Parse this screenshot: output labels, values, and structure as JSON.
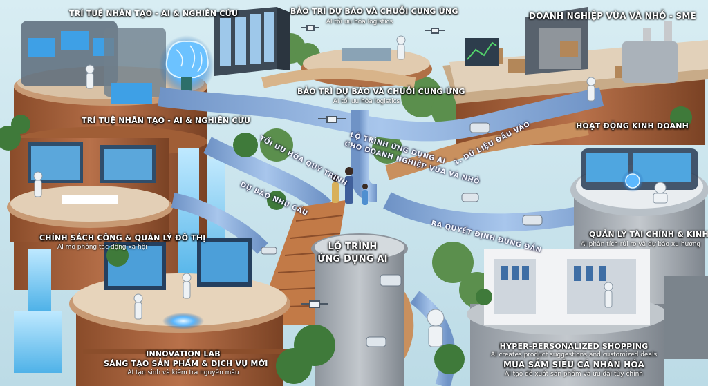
{
  "colors": {
    "sky": "#cfe6ee",
    "building_terracotta": "#b36a3e",
    "building_dark": "#7a4526",
    "roof_top": "#c9a27e",
    "road_blue": "#8fb3e0",
    "water": "#6ec6f2",
    "screen_glow": "#3ea0e6",
    "foliage": "#3f7a3a"
  },
  "zones": {
    "ai_research_top": {
      "title": "Trí tuệ nhân tạo - AI & Nghiên cứu"
    },
    "ai_research_mid": {
      "title": "Trí tuệ nhân tạo - AI & Nghiên cứu"
    },
    "supply_top": {
      "title": "Bảo trì dự báo và chuỗi cung ứng",
      "subtitle": "AI tối ưu hóa logistics"
    },
    "supply_mid": {
      "title": "Bảo trì dự báo và chuỗi cung ứng",
      "subtitle": "AI tối ưu hóa logistics"
    },
    "sme": {
      "title": "Doanh nghiệp vừa và nhỏ - SME"
    },
    "business_ops": {
      "title": "Hoạt động kinh doanh"
    },
    "public_policy": {
      "title": "Chính sách công & quản lý đô thị",
      "subtitle": "AI mô phỏng tác động xã hội"
    },
    "finance": {
      "title": "Quản lý tài chính & kinh doanh",
      "subtitle": "AI phân tích rủi ro và dự báo xu hướng"
    },
    "innovation": {
      "title_line1": "Innovation Lab",
      "title_line2": "Sáng tạo sản phẩm & dịch vụ mới",
      "subtitle": "AI tạo sinh và kiểm tra nguyên mẫu"
    },
    "shopping": {
      "title_en": "Hyper-personalized shopping",
      "subtitle_en": "AI creates product suggestions and customized deals",
      "title_vi": "Mua sắm siêu cá nhân hóa",
      "subtitle_vi": "AI tạo đề xuất sản phẩm và ưu đãi tùy chỉnh"
    },
    "roadmap_center": {
      "line1": "Lộ trình",
      "line2": "ứng dụng AI"
    }
  },
  "road_signs": {
    "process_optimization": "Tối ưu hóa quy trình",
    "demand_forecast": "Dự báo nhu cầu",
    "roadmap_arch_line1": "Lộ trình ứng dụng AI",
    "roadmap_arch_line2": "cho doanh nghiệp vừa và nhỏ",
    "input_data": "1. Dữ liệu đầu vào",
    "right_decisions": "Ra quyết định đúng đắn"
  },
  "icons": [
    "brain-hologram-icon",
    "robot-icon",
    "drone-icon",
    "car-icon",
    "globe-hologram-icon",
    "monitor-icon",
    "server-rack-icon",
    "tree-icon",
    "waterfall-icon"
  ]
}
